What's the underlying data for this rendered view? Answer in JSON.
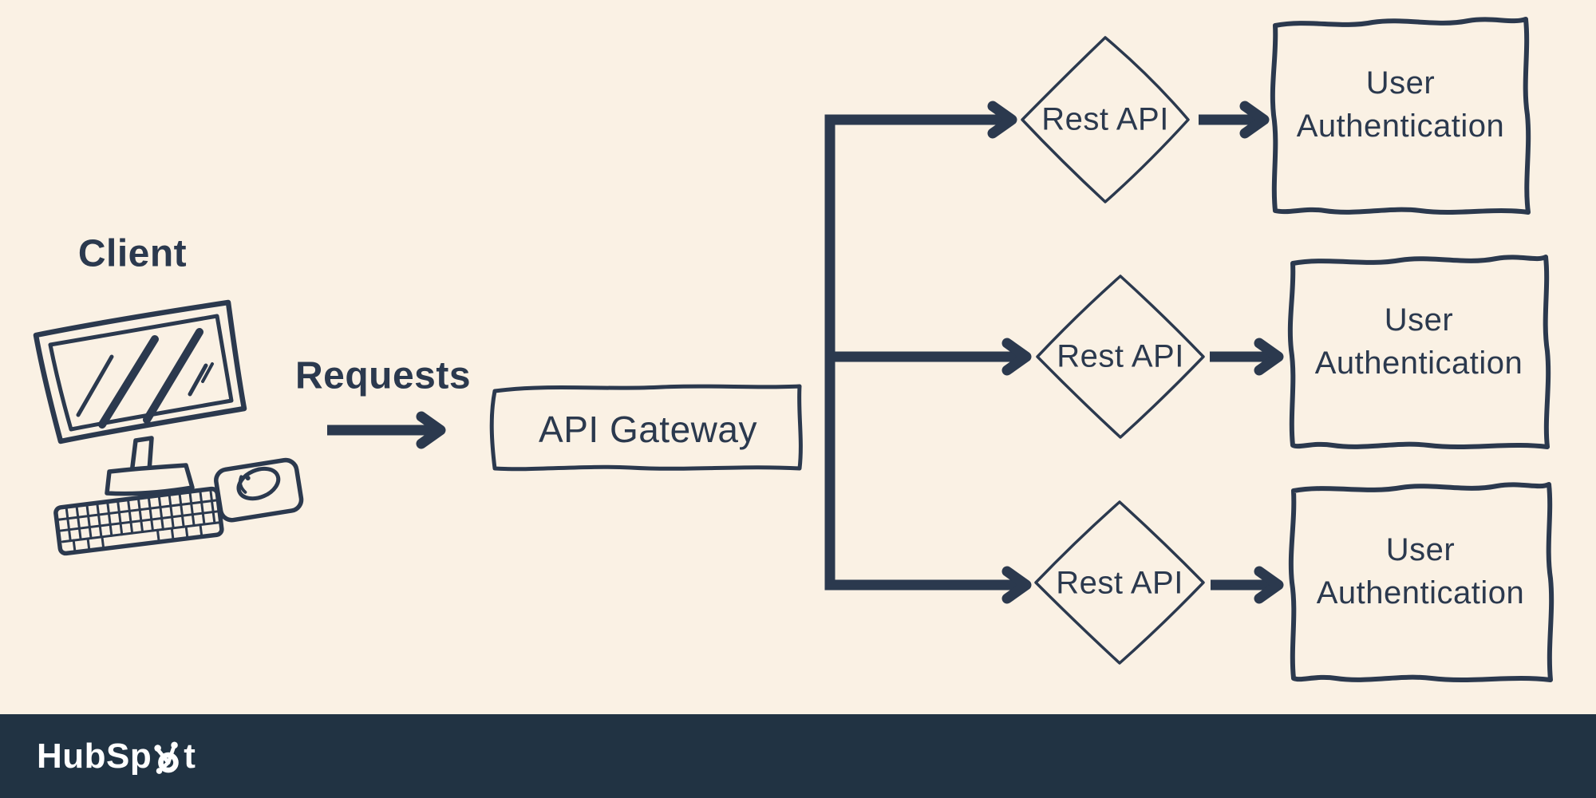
{
  "colors": {
    "background": "#faf1e4",
    "ink": "#2b394e",
    "footer_bar": "#213343",
    "logo_text": "#ffffff"
  },
  "diagram": {
    "client": {
      "label": "Client",
      "illustration": "desktop-computer-sketch"
    },
    "requests": {
      "label": "Requests"
    },
    "gateway": {
      "label": "API Gateway"
    },
    "apis": [
      {
        "label": "Rest API"
      },
      {
        "label": "Rest API"
      },
      {
        "label": "Rest API"
      }
    ],
    "services": [
      {
        "line1": "User",
        "line2": "Authentication"
      },
      {
        "line1": "User",
        "line2": "Authentication"
      },
      {
        "line1": "User",
        "line2": "Authentication"
      }
    ]
  },
  "footer": {
    "logo_text_before": "HubSp",
    "logo_text_after": "t",
    "logo_icon": "hubspot-sprocket-icon"
  }
}
